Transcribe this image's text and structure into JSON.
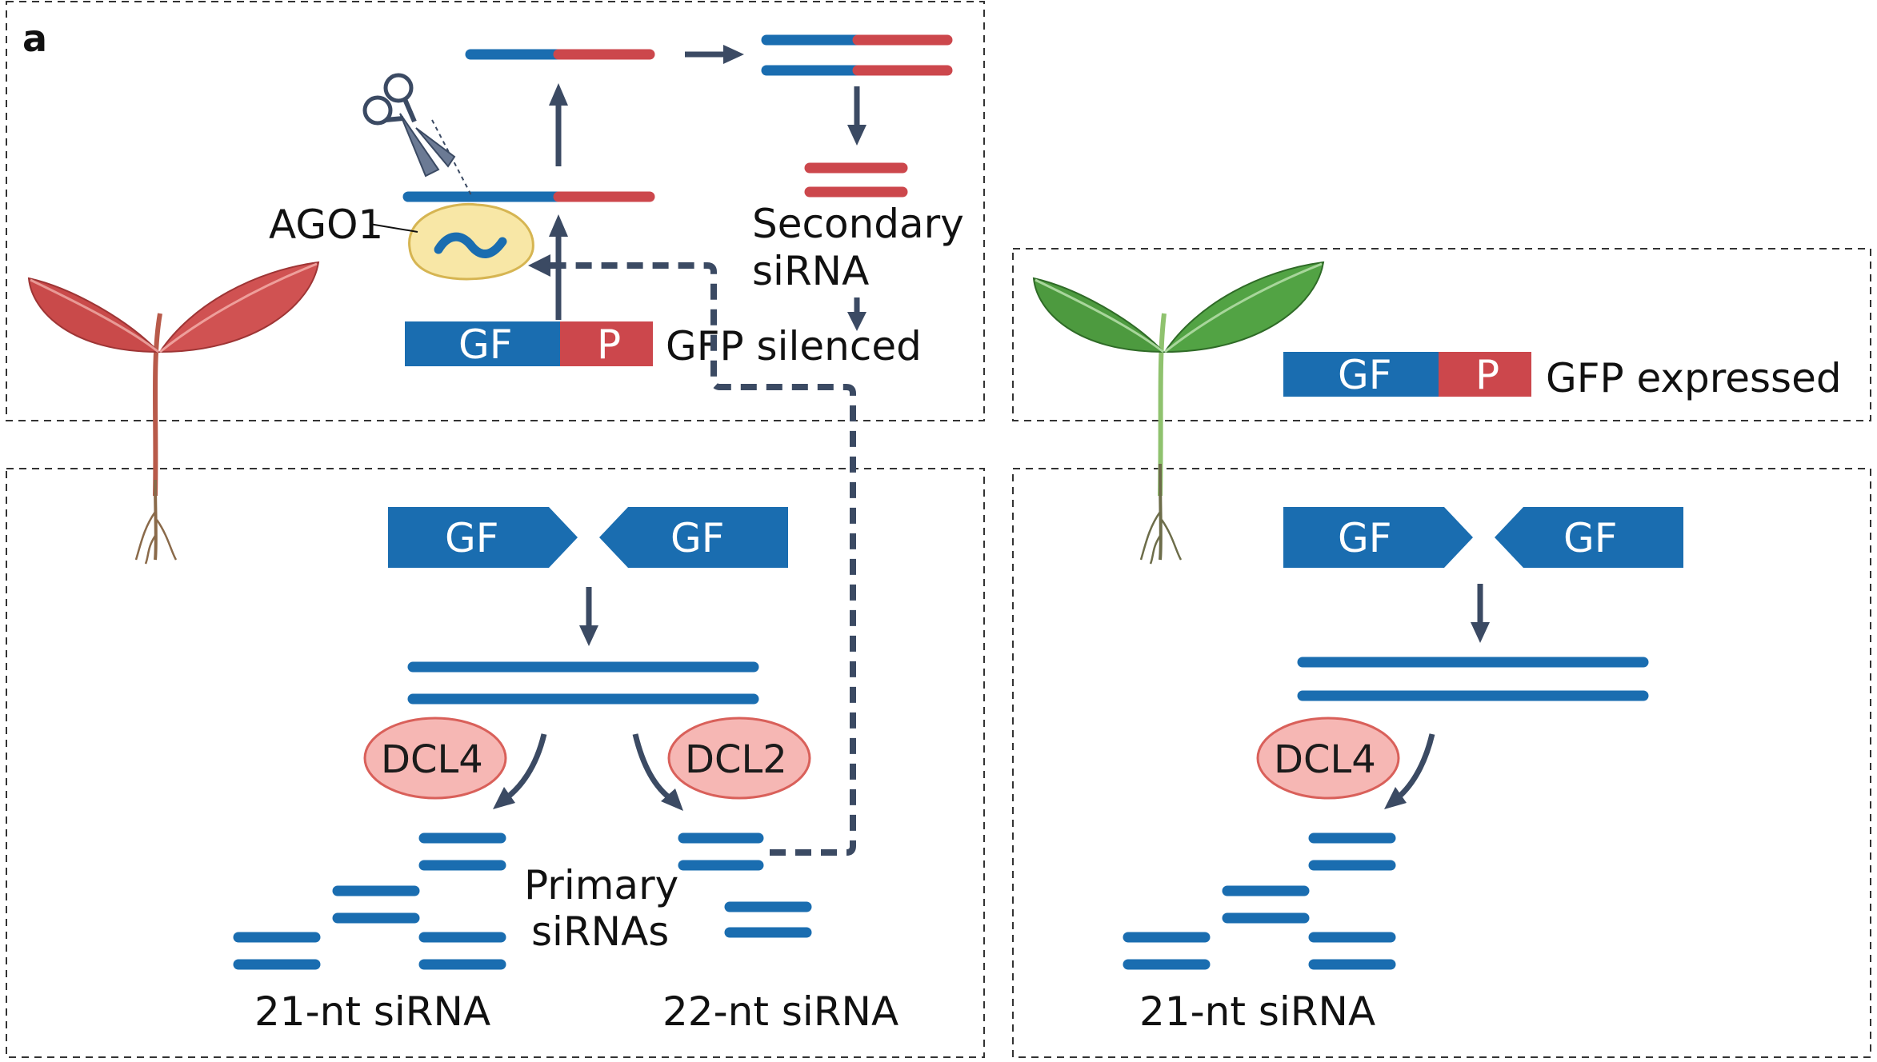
{
  "panel_label": "a",
  "colors": {
    "rna_blue": "#1a6db0",
    "rna_red": "#cc474c",
    "arrow": "#3b4a63",
    "dcl_fill": "#f6b7b4",
    "dcl_stroke": "#d9605a",
    "ago_fill": "#f8e7a6",
    "ago_stroke": "#d6b552",
    "leaf_red": "#c94a4a",
    "leaf_green": "#4d9a3f"
  },
  "icons": {
    "plant_left": "silenced-red-seedling-icon",
    "plant_right": "green-seedling-icon",
    "scissors": "scissors-icon"
  },
  "left": {
    "ago_label": "AGO1",
    "secondary_label_1": "Secondary",
    "secondary_label_2": "siRNA",
    "reporter_gf": "GF",
    "reporter_p": "P",
    "reporter_status": "GFP silenced",
    "hairpin_left": "GF",
    "hairpin_right": "GF",
    "dcl4": "DCL4",
    "dcl2": "DCL2",
    "primary_label_1": "Primary",
    "primary_label_2": "siRNAs",
    "sirna21_label": "21-nt siRNA",
    "sirna22_label": "22-nt siRNA"
  },
  "right": {
    "reporter_gf": "GF",
    "reporter_p": "P",
    "reporter_status": "GFP expressed",
    "hairpin_left": "GF",
    "hairpin_right": "GF",
    "dcl4": "DCL4",
    "sirna21_label": "21-nt siRNA"
  }
}
